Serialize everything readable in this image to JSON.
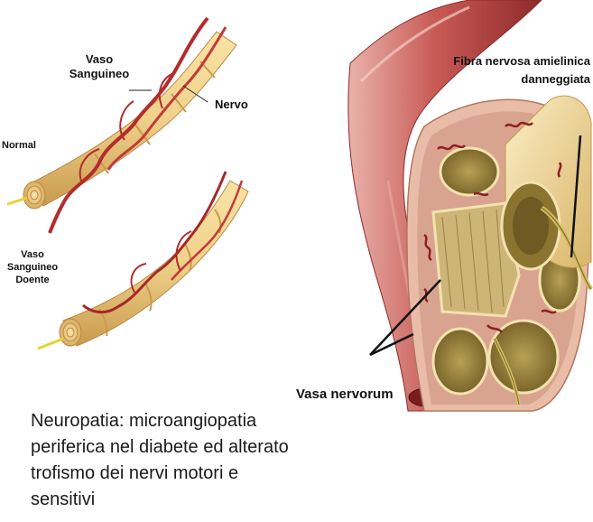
{
  "figure": {
    "left": {
      "vaso_sanguineo_line1": "Vaso",
      "vaso_sanguineo_line2": "Sanguineo",
      "nervo": "Nervo",
      "normal": "Normal",
      "doente_line1": "Vaso",
      "doente_line2": "Sanguineo",
      "doente_line3": "Doente"
    },
    "right": {
      "fibra_line1": "Fibra nervosa amielinica",
      "fibra_line2": "danneggiata",
      "vasa_nervorum": "Vasa nervorum"
    },
    "caption_lines": [
      "Neuropatia: microangiopatia",
      "periferica nel diabete ed alterato",
      "trofismo dei nervi motori e",
      "sensitivi"
    ]
  },
  "colors": {
    "nerve": "#efd28a",
    "nerve_shadow": "#c99a4e",
    "vessel": "#c23a3a",
    "vessel_dark": "#8e1f22",
    "fascicle": "#a89046"
  }
}
